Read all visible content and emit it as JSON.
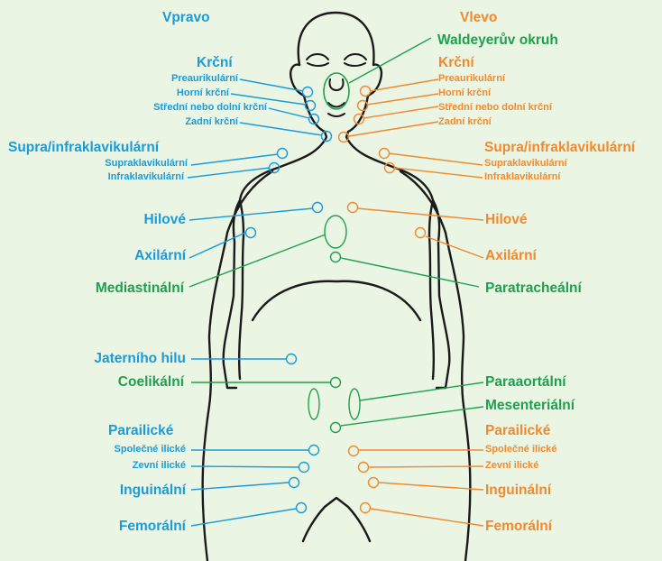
{
  "colors": {
    "background": "#eaf5e4",
    "right_side": "#1b9bd7",
    "left_side": "#f08a2f",
    "midline": "#1fa04f",
    "outline": "#1a1a1a"
  },
  "header": {
    "right": "Vpravo",
    "left": "Vlevo"
  },
  "midline": {
    "waldeyer": "Waldeyerův okruh",
    "mediastinal": "Mediastinální",
    "paratracheal": "Paratracheální",
    "celiac": "Coelikální",
    "paraaortic": "Paraaortální",
    "mesenteric": "Mesenteriální"
  },
  "right": {
    "cervical": {
      "title": "Krční",
      "items": [
        "Preaurikulární",
        "Horní krční",
        "Střední nebo dolní krční",
        "Zadní krční"
      ]
    },
    "clavicular": {
      "title": "Supra/infraklavikulární",
      "items": [
        "Supraklavikulární",
        "Infraklavikulární"
      ]
    },
    "hilar": "Hilové",
    "axillary": "Axilární",
    "hepatic_hilum": "Jaterního hilu",
    "iliac": {
      "title": "Parailické",
      "items": [
        "Společné ilické",
        "Zevní ilické"
      ]
    },
    "inguinal": "Inguinální",
    "femoral": "Femorální"
  },
  "left": {
    "cervical": {
      "title": "Krční",
      "items": [
        "Preaurikulární",
        "Horní krční",
        "Střední nebo dolní krční",
        "Zadní krční"
      ]
    },
    "clavicular": {
      "title": "Supra/infraklavikulární",
      "items": [
        "Supraklavikulární",
        "Infraklavikulární"
      ]
    },
    "hilar": "Hilové",
    "axillary": "Axilární",
    "iliac": {
      "title": "Parailické",
      "items": [
        "Společné ilické",
        "Zevní ilické"
      ]
    },
    "inguinal": "Inguinální",
    "femoral": "Femorální"
  }
}
